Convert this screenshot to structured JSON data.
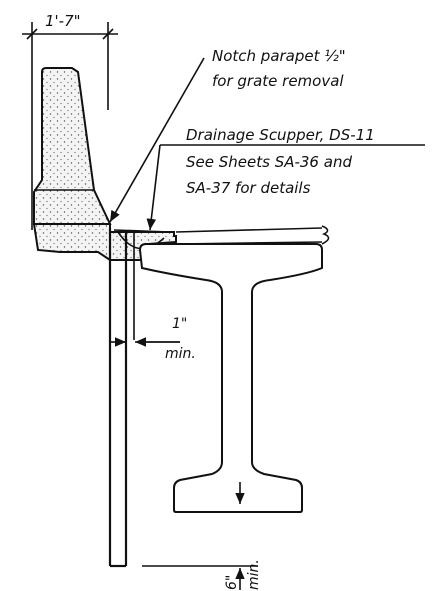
{
  "dimensions": {
    "parapet_width": "1'-7\"",
    "clearance_value": "1\"",
    "clearance_unit": "min.",
    "bottom_value": "6\"",
    "bottom_unit": "min."
  },
  "notes": {
    "notch_line1": "Notch parapet ½\"",
    "notch_line2": "for grate removal",
    "scupper_line1": "Drainage Scupper, DS-11",
    "scupper_line2": "See Sheets SA-36 and",
    "scupper_line3": "SA-37 for details"
  }
}
